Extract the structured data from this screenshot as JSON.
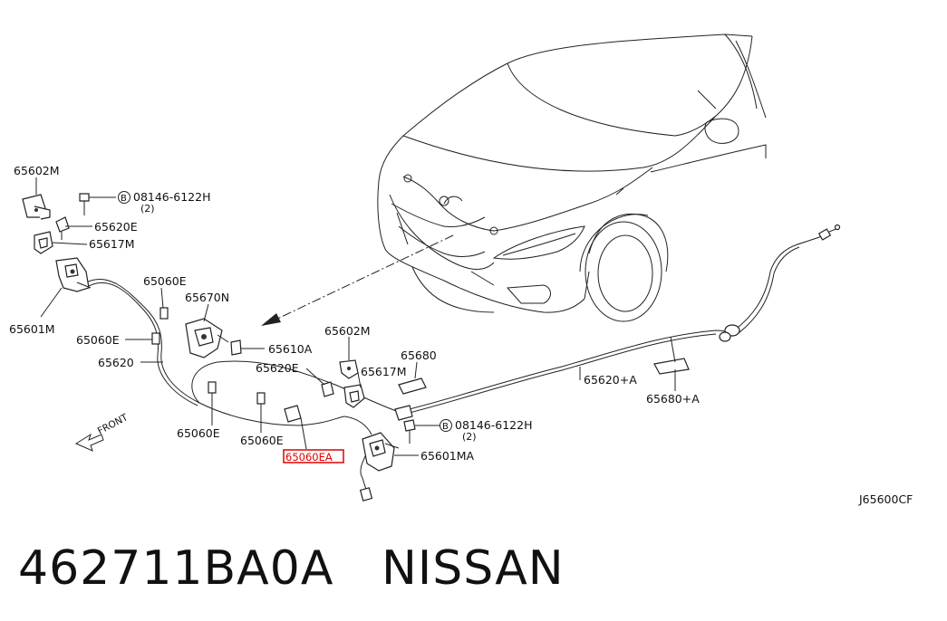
{
  "callouts": {
    "p65602M_left": "65602M",
    "bolt_left": "08146-6122H",
    "bolt_left_qty": "(2)",
    "p65620E_left": "65620E",
    "p65617M_left": "65617M",
    "p65601M": "65601M",
    "p65060E_top": "65060E",
    "p65670N": "65670N",
    "p65060E_mid": "65060E",
    "p65620": "65620",
    "p65610A": "65610A",
    "p65602M_right": "65602M",
    "p65620E_right": "65620E",
    "p65617M_right": "65617M",
    "p65680": "65680",
    "p65620A": "65620+A",
    "p65680A": "65680+A",
    "bolt_right": "08146-6122H",
    "bolt_right_qty": "(2)",
    "p65060E_low1": "65060E",
    "p65060E_low2": "65060E",
    "p65060EA_highlight": "65060EA",
    "p65601MA": "65601MA",
    "front": "FRONT",
    "diagram_code": "J65600CF",
    "bolt_marker": "B"
  },
  "part_number": "462711BA0A",
  "brand": "NISSAN",
  "colors": {
    "line": "#222222",
    "highlight_box": "#e00000",
    "text": "#111111"
  }
}
